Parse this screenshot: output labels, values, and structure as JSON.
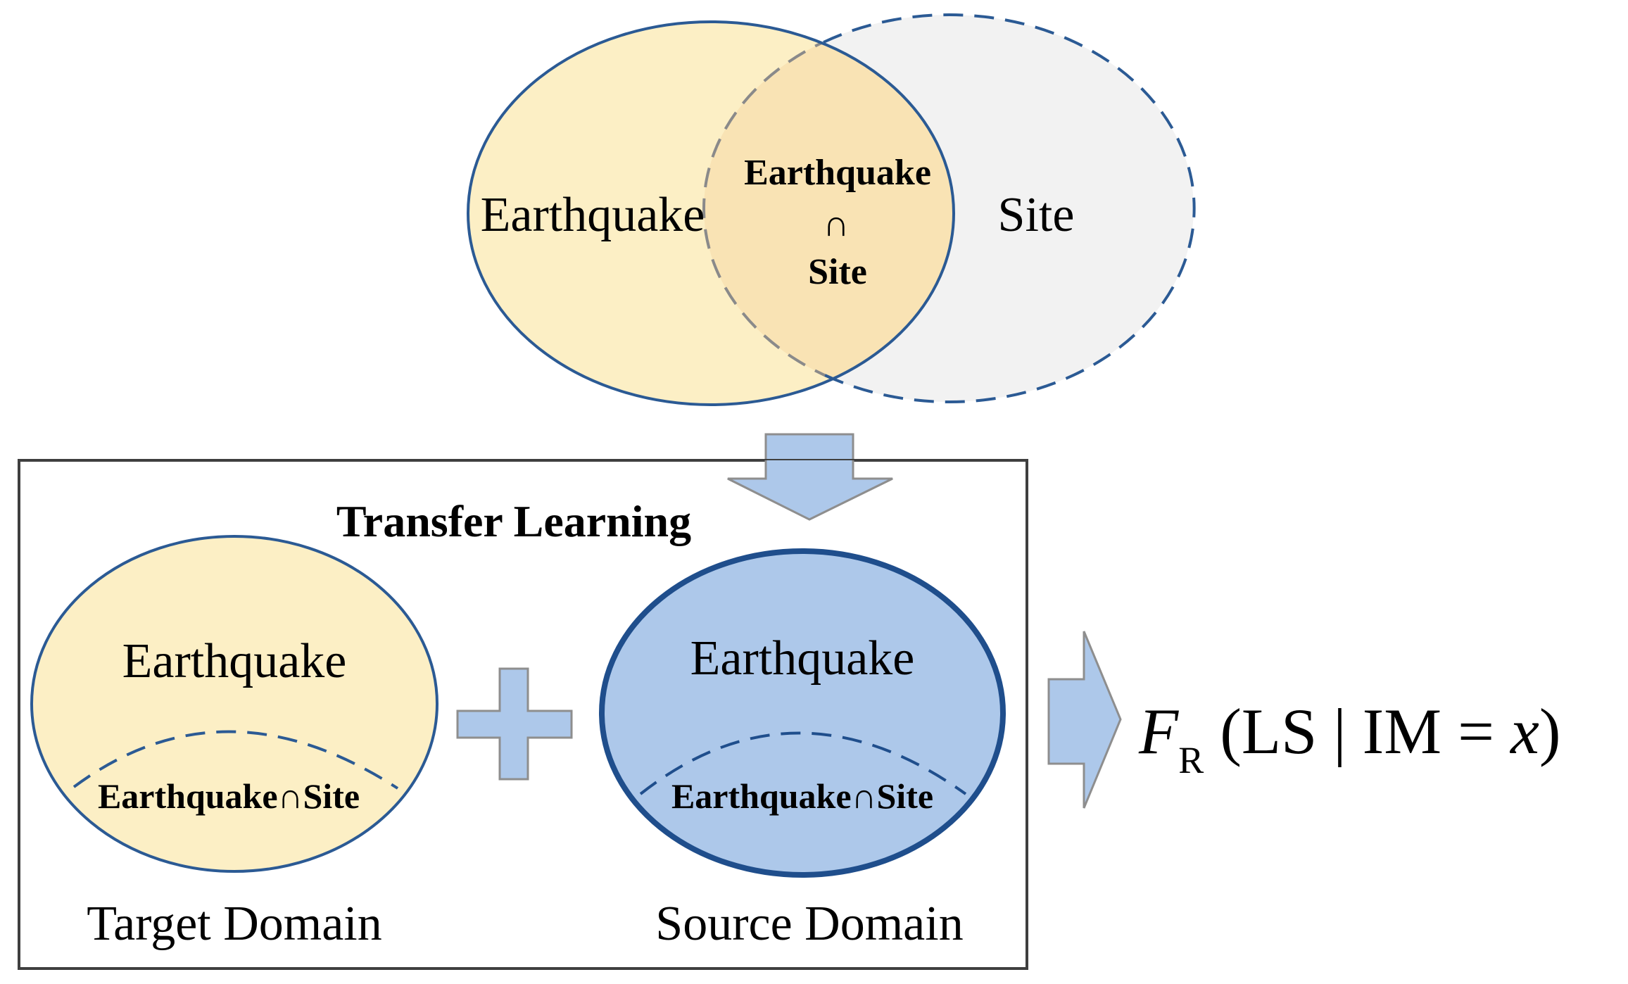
{
  "venn": {
    "left_label": "Earthquake",
    "right_label": "Site",
    "intersection_top": "Earthquake",
    "intersection_symbol": "∩",
    "intersection_bottom": "Site"
  },
  "transfer": {
    "title": "Transfer Learning",
    "target": {
      "label": "Earthquake",
      "intersection": "Earthquake∩Site",
      "caption": "Target Domain"
    },
    "source": {
      "label": "Earthquake",
      "intersection": "Earthquake∩Site",
      "caption": "Source Domain"
    }
  },
  "formula": {
    "F": "F",
    "sub": "R",
    "rest": " (LS | IM = ",
    "var": "x",
    "close": ")"
  },
  "colors": {
    "yellow_fill": "#FCEFC5",
    "intersection_fill": "#F9E3B4",
    "grey_fill": "#F2F2F2",
    "blue_fill": "#ADC8EA",
    "outline_blue": "#2B5A94",
    "dashed_grey": "#8A8A8A",
    "arrow_fill": "#ADC8EA",
    "arrow_stroke": "#8E8E8E",
    "frame": "#3F3F3F"
  }
}
